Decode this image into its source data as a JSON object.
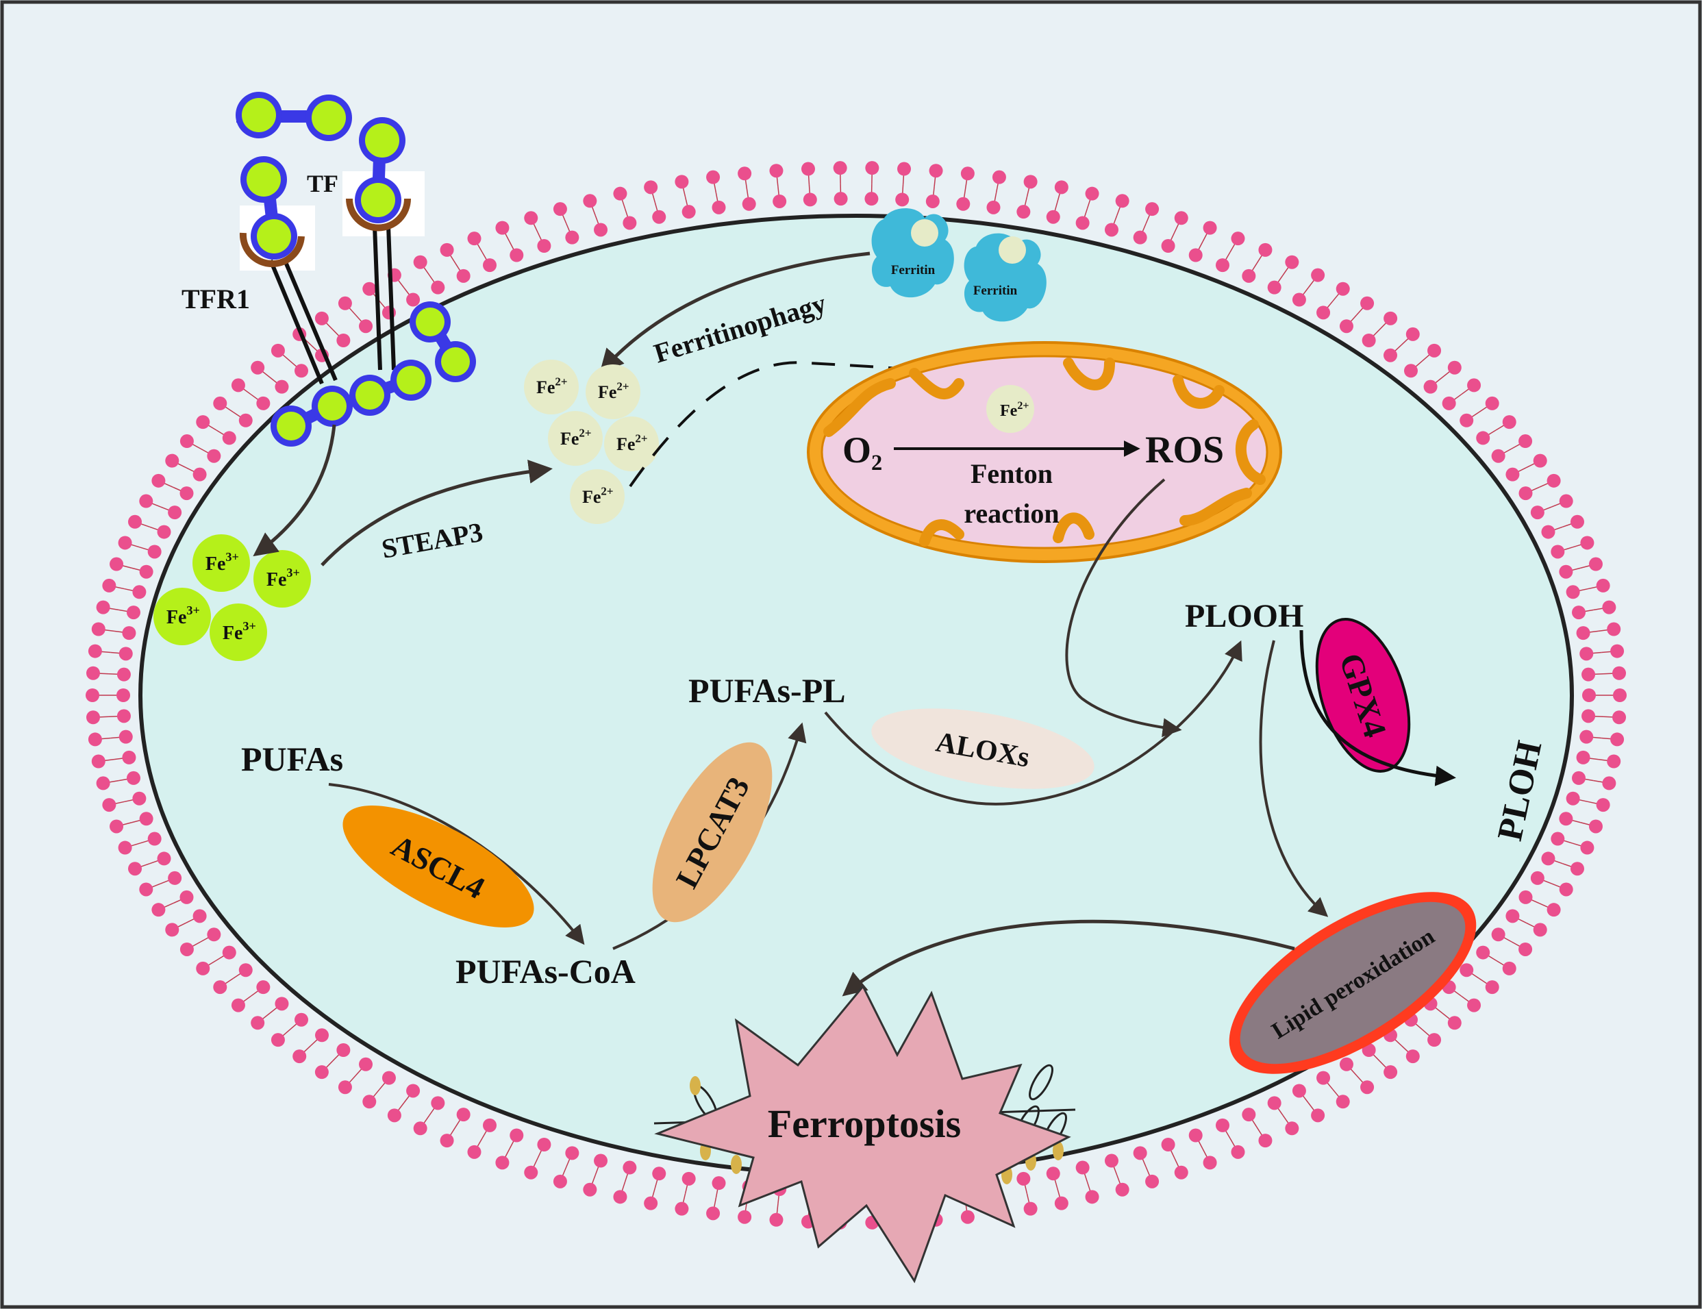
{
  "labels": {
    "tf": "TF",
    "tfr1": "TFR1",
    "ferritinophagy": "Ferritinophagy",
    "steap3": "STEAP3",
    "o2": "O₂",
    "ros": "ROS",
    "fenton_line1": "Fenton",
    "fenton_line2": "reaction",
    "plooh": "PLOOH",
    "gpx4": "GPX4",
    "ploh": "PLOH",
    "pufas_pl": "PUFAs-PL",
    "aloxs": "ALOXs",
    "pufas": "PUFAs",
    "ascl4": "ASCL4",
    "lpcat3": "LPCAT3",
    "pufas_coa": "PUFAs-CoA",
    "lipid_peroxidation": "Lipid peroxidation",
    "ferroptosis": "Ferroptosis"
  },
  "ions": {
    "fe2_base": "Fe",
    "fe2_sup": "2+",
    "fe3_base": "Fe",
    "fe3_sup": "3+"
  },
  "ferritin": {
    "label": "Ferritin"
  },
  "colors": {
    "background": "#e9f1f5",
    "cytoplasm": "#d6f1ef",
    "lipid_head": "#ea4f8d",
    "mito_outer": "#f5a623",
    "mito_matrix": "#f0cfe2",
    "fe2_fill": "#e6ebc8",
    "fe3_fill": "#b5f01a",
    "transferrin": "#3a39e6",
    "ferritin": "#3fb9d9",
    "ascl4": "#f39200",
    "lpcat3": "#e8b47a",
    "aloxs": "#f0e4dc",
    "gpx4": "#e3007a",
    "lipid_perox": "#8a7a82",
    "lipid_perox_border": "#ff3b1f",
    "ferroptosis": "#e6a8b4"
  }
}
